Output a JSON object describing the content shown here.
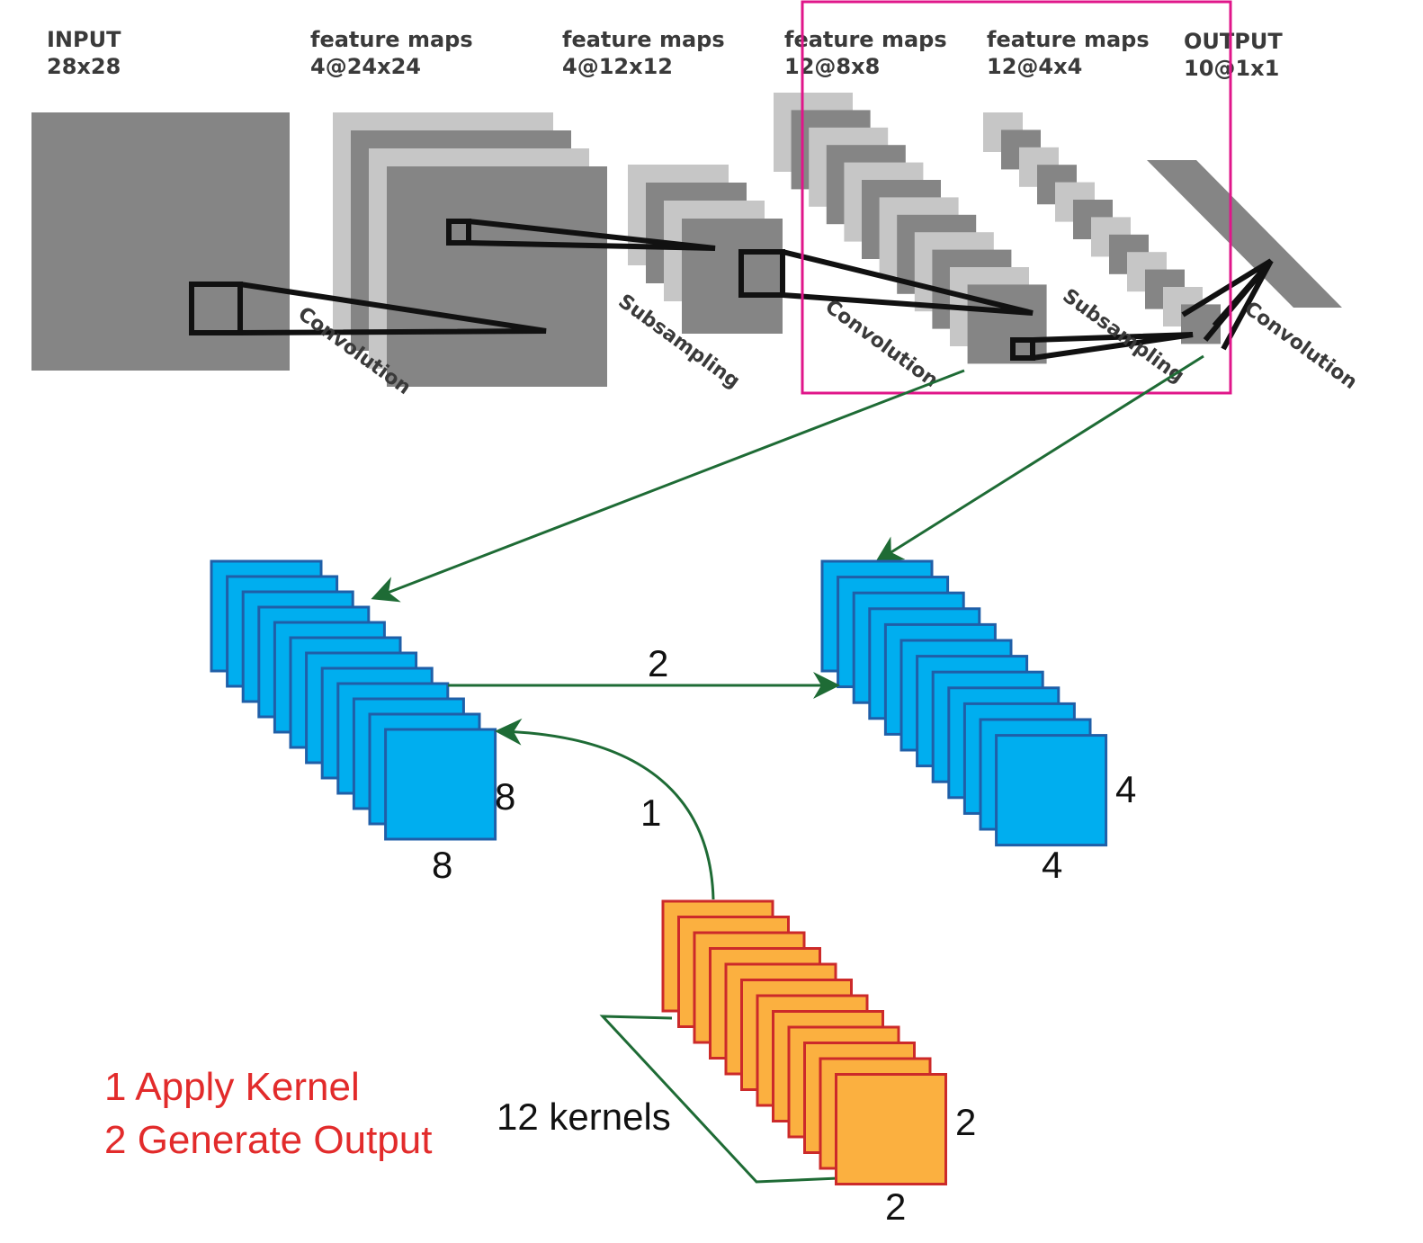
{
  "headers": [
    {
      "line1": "INPUT",
      "line2": "28x28"
    },
    {
      "line1": "feature maps",
      "line2": "4@24x24"
    },
    {
      "line1": "feature maps",
      "line2": "4@12x12"
    },
    {
      "line1": "feature maps",
      "line2": "12@8x8"
    },
    {
      "line1": "feature maps",
      "line2": "12@4x4"
    },
    {
      "line1": "OUTPUT",
      "line2": "10@1x1"
    }
  ],
  "operations": [
    "Convolution",
    "Subsampling",
    "Convolution",
    "Subsampling",
    "Convolution"
  ],
  "zoom": {
    "step_apply": "1",
    "step_generate": "2",
    "conv_map_width": "8",
    "conv_map_height": "8",
    "pool_map_width": "4",
    "pool_map_height": "4",
    "kernel_width": "2",
    "kernel_height": "2",
    "kernel_count_label": "12 kernels"
  },
  "legend": {
    "line1": "1 Apply Kernel",
    "line2": "2 Generate Output"
  },
  "colors": {
    "dark_gray": "#858585",
    "light_gray": "#c6c6c6",
    "highlight": "#e0168a",
    "arrow_green": "#1e6b35",
    "map_blue": "#00aeef",
    "map_blue_border": "#1f5fa8",
    "kernel_orange": "#fbb040",
    "kernel_border": "#cc2a2a",
    "legend_red": "#e22b2b"
  }
}
